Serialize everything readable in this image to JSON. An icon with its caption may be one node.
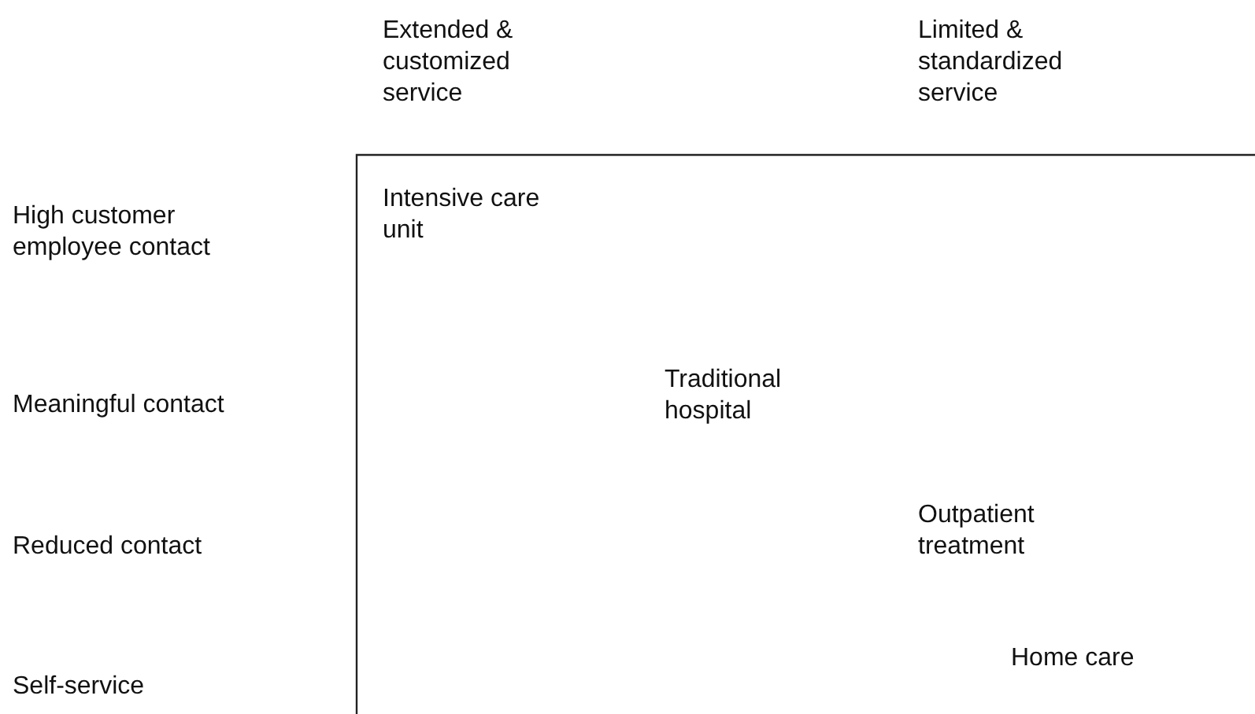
{
  "diagram": {
    "labels": [
      "Extended & customized service",
      "Limited & standardized service",
      "High customer employee contact",
      "Intensive care unit",
      "Meaningful contact",
      "Traditional hospital",
      "Reduced contact",
      "Outpatient treatment",
      "Self-service",
      "Home care"
    ]
  }
}
